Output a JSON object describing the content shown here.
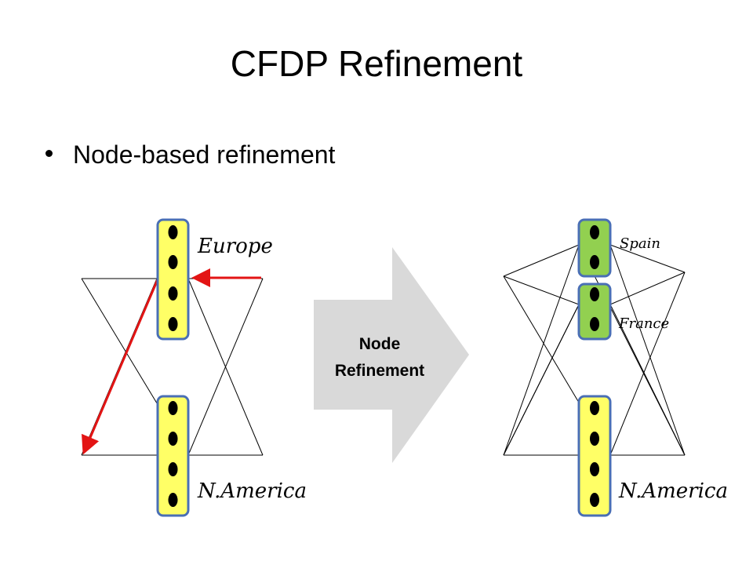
{
  "slide": {
    "title": "CFDP Refinement",
    "bullet": "Node-based refinement"
  },
  "diagram": {
    "left": {
      "top_label": "Europe",
      "bottom_label": "N.America"
    },
    "right": {
      "label_spain": "Spain",
      "label_france": "France",
      "bottom_label": "N.America"
    },
    "arrow": {
      "line1": "Node",
      "line2": "Refinement"
    }
  },
  "colors": {
    "yellow_node": "#ffff66",
    "green_node": "#92d050",
    "node_border": "#4a6fb5",
    "edge_red": "#e31414",
    "arrow_fill": "#d9d9d9"
  }
}
